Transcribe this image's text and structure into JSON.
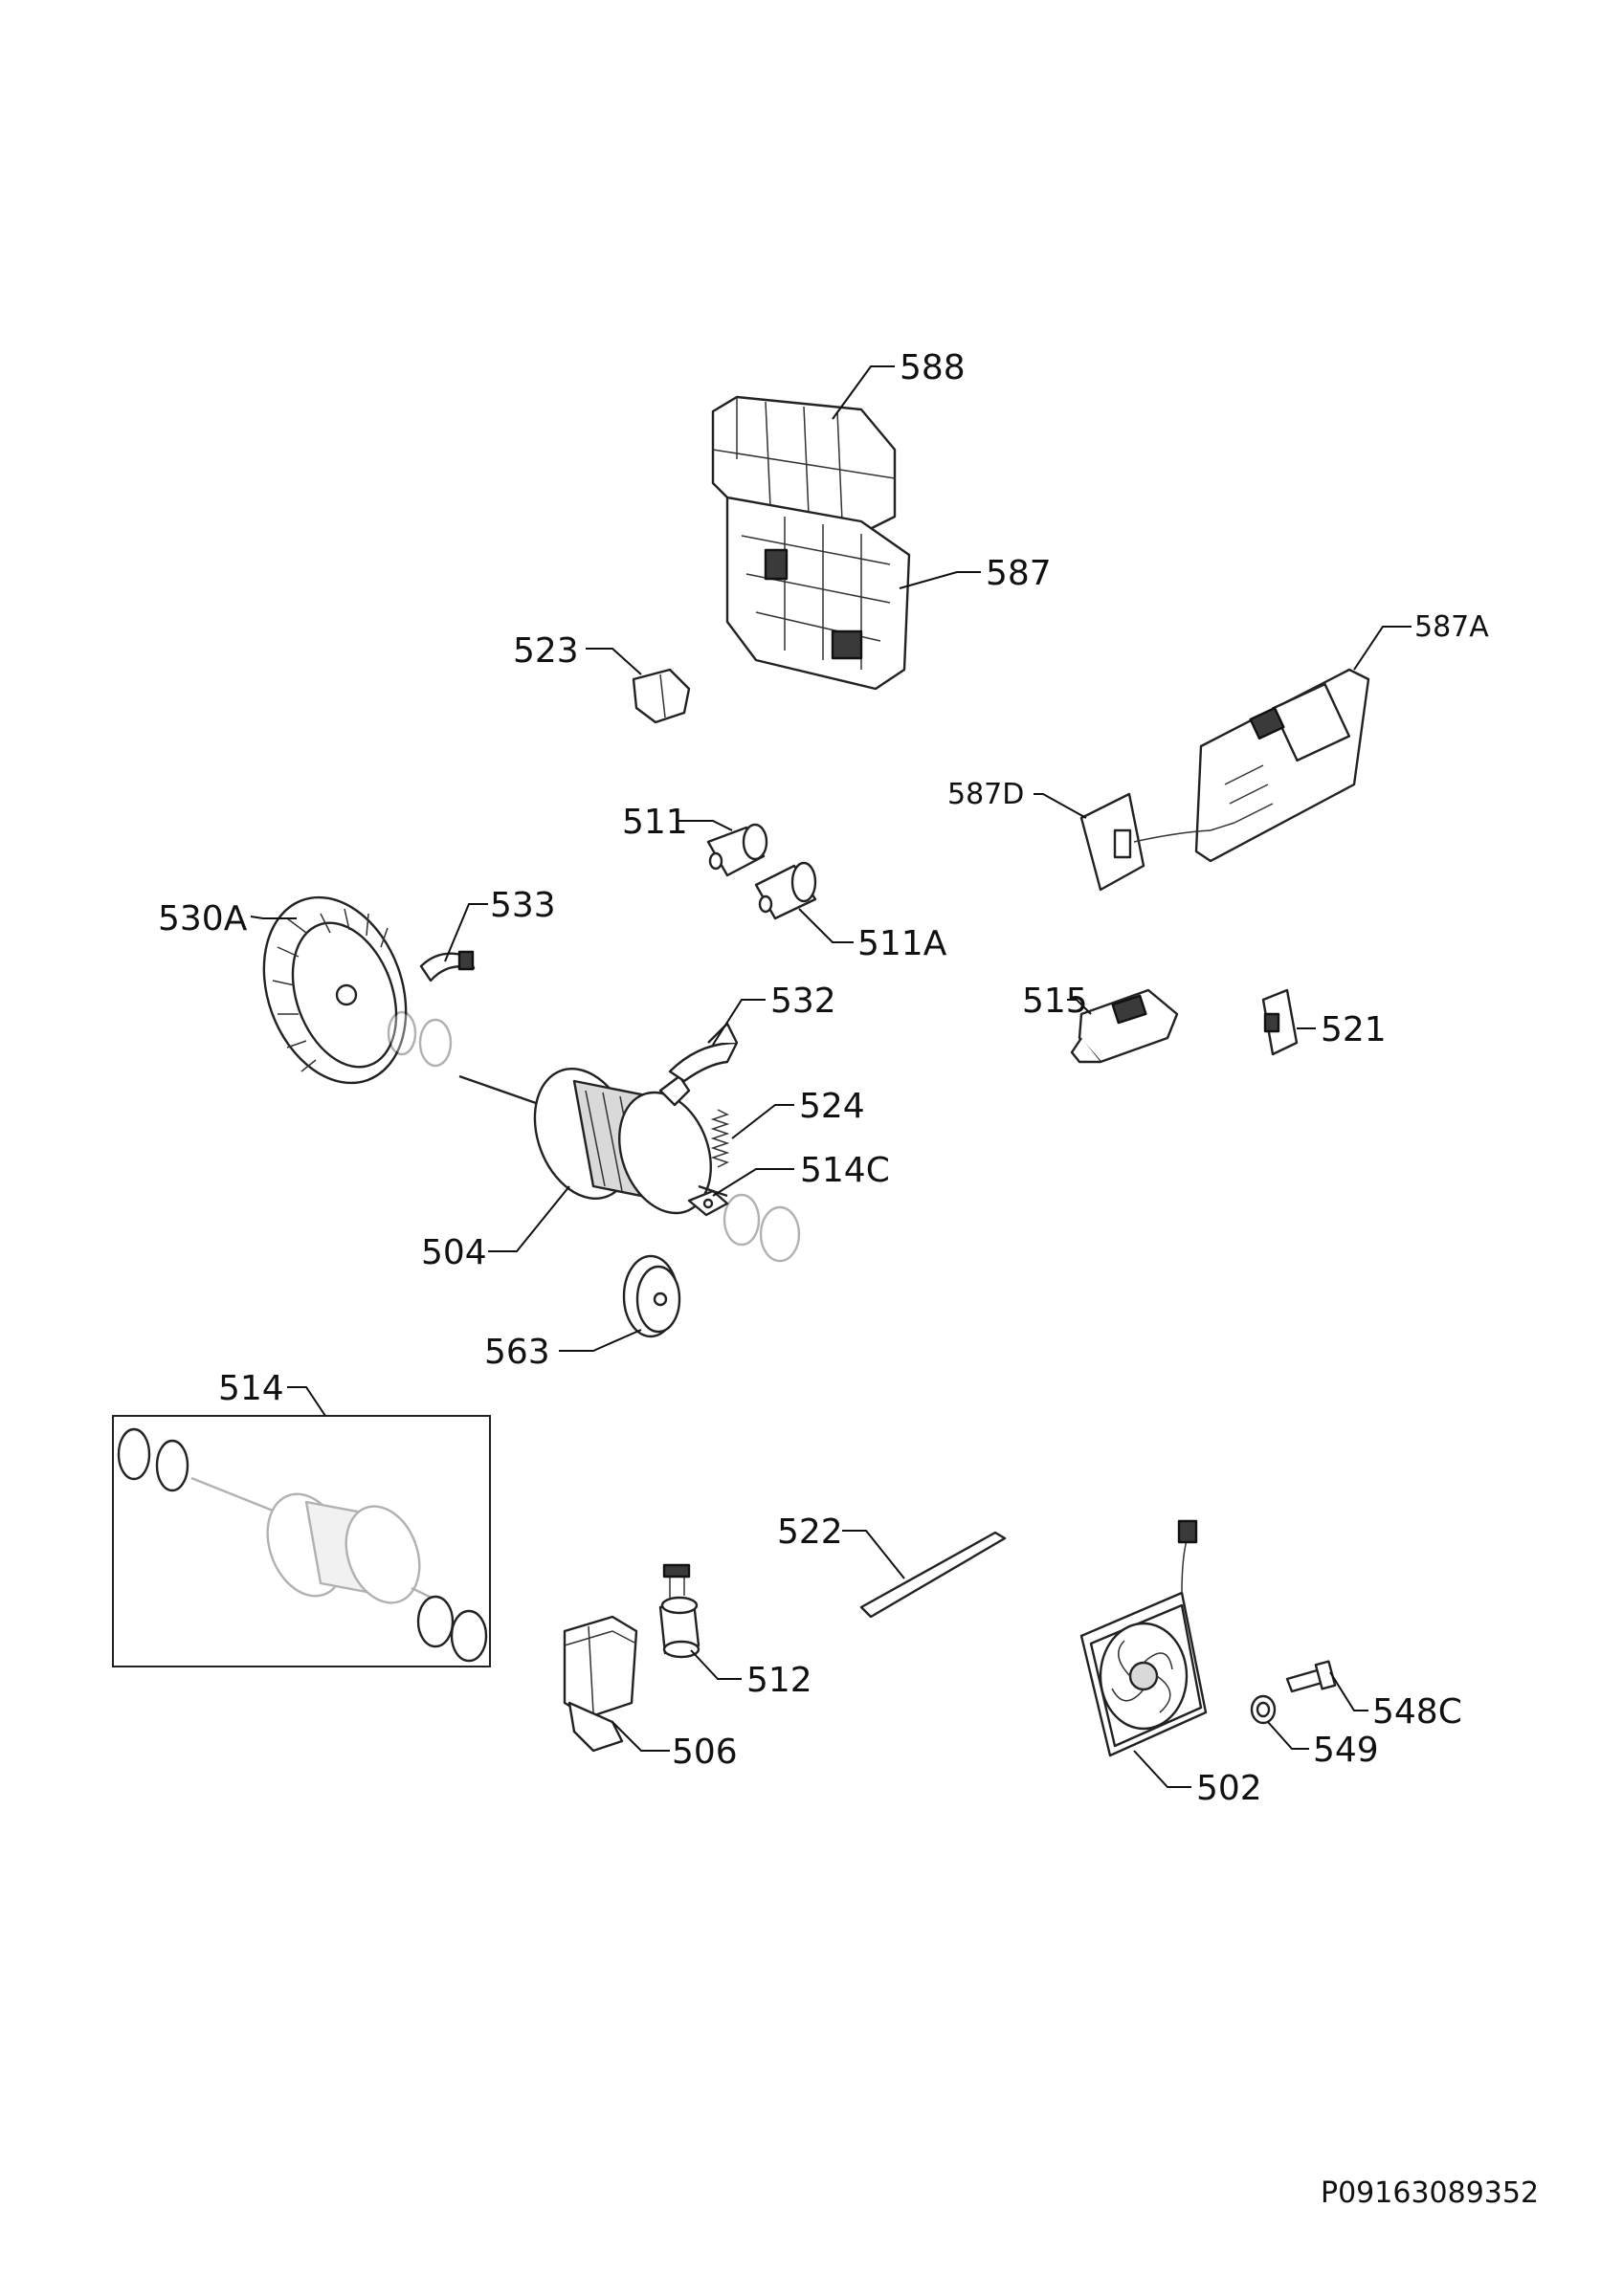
{
  "labels": {
    "p588": "588",
    "p587": "587",
    "p587A": "587A",
    "p523": "523",
    "p587D": "587D",
    "p511": "511",
    "p511A": "511A",
    "p530A": "530A",
    "p533": "533",
    "p532": "532",
    "p515": "515",
    "p521": "521",
    "p524": "524",
    "p514C": "514C",
    "p504": "504",
    "p563": "563",
    "p514": "514",
    "p522": "522",
    "p512": "512",
    "p506": "506",
    "p548C": "548C",
    "p549": "549",
    "p502": "502"
  },
  "document_id": "P09163089352"
}
